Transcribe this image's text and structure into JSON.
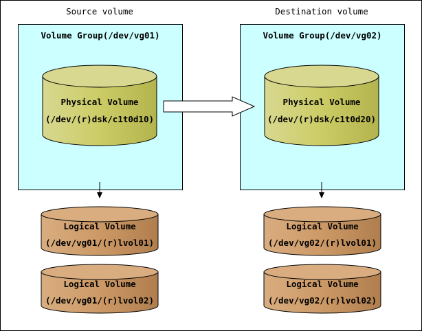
{
  "source": {
    "title": "Source volume",
    "volume_group": "Volume Group(/dev/vg01)",
    "physical_volume": {
      "line1": "Physical Volume",
      "line2": "(/dev/(r)dsk/c1t0d10)"
    },
    "logical_volumes": [
      {
        "line1": "Logical Volume",
        "line2": "(/dev/vg01/(r)lvol01)"
      },
      {
        "line1": "Logical Volume",
        "line2": "(/dev/vg01/(r)lvol02)"
      }
    ]
  },
  "destination": {
    "title": "Destination volume",
    "volume_group": "Volume Group(/dev/vg02)",
    "physical_volume": {
      "line1": "Physical Volume",
      "line2": "(/dev/(r)dsk/c1t0d20)"
    },
    "logical_volumes": [
      {
        "line1": "Logical Volume",
        "line2": "(/dev/vg02/(r)lvol01)"
      },
      {
        "line1": "Logical Volume",
        "line2": "(/dev/vg02/(r)lvol02)"
      }
    ]
  },
  "colors": {
    "volume_group_fill": "#ccffff",
    "physical_cylinder": "#cccc66",
    "logical_cylinder": "#cc9966"
  }
}
